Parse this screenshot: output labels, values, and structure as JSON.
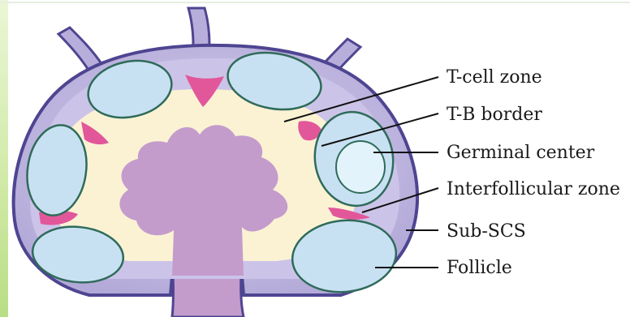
{
  "diagram": {
    "labels": {
      "t_cell_zone": "T-cell zone",
      "t_b_border": "T-B border",
      "germinal_center": "Germinal center",
      "interfollicular_zone": "Interfollicular zone",
      "sub_scs": "Sub-SCS",
      "follicle": "Follicle"
    },
    "colors": {
      "capsule": "#b7aedb",
      "capsule_edge": "#4e4591",
      "sub_scs": "#cbc4e8",
      "t_cell_zone": "#fbf2d4",
      "medulla": "#c39ccc",
      "follicle": "#c8e1f2",
      "follicle_edge": "#2f6b5a",
      "germinal_center": "#e3f3fb",
      "interfollicular": "#e2579a",
      "margin": "#cfe9a5"
    }
  }
}
